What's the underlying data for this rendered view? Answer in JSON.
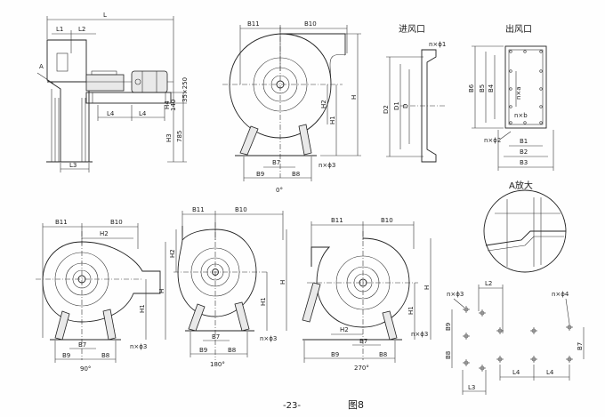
{
  "footer": {
    "page": "-23-",
    "fig": "图8"
  },
  "headings": {
    "inlet": "进风口",
    "outlet": "出风口",
    "enlarge": "A放大"
  },
  "side": {
    "L": "L",
    "L1": "L1",
    "L2": "L2",
    "L3": "L3",
    "L4a": "L4",
    "L4b": "L4",
    "A": "A",
    "H3": "H3",
    "h785": "785",
    "H4": "H4",
    "h140": "140",
    "h35": "35×250"
  },
  "views": {
    "v0": {
      "B11": "B11",
      "B10": "B10",
      "H": "H",
      "H1": "H1",
      "H2": "H2",
      "B7": "B7",
      "B8": "B8",
      "B9": "B9",
      "n3": "n×ϕ3",
      "angle": "0°"
    },
    "v90": {
      "B11": "B11",
      "B10": "B10",
      "H": "H",
      "H1": "H1",
      "H2": "H2",
      "B7": "B7",
      "B8": "B8",
      "B9": "B9",
      "n3": "n×ϕ3",
      "angle": "90°"
    },
    "v180": {
      "B11": "B11",
      "B10": "B10",
      "H": "H",
      "H1": "H1",
      "H2": "H2",
      "B7": "B7",
      "B8": "B8",
      "B9": "B9",
      "n3": "n×ϕ3",
      "angle": "180°"
    },
    "v270": {
      "B11": "B11",
      "B10": "B10",
      "H": "H",
      "H1": "H1",
      "H2": "H2",
      "B7": "B7",
      "B8": "B8",
      "B9": "B9",
      "n3": "n×ϕ3",
      "angle": "270°"
    }
  },
  "inlet": {
    "n1": "n×ϕ1",
    "D2": "D2",
    "D1": "D1",
    "D": "D"
  },
  "outlet": {
    "B6": "B6",
    "B5": "B5",
    "B4": "B4",
    "na": "n×a",
    "nb": "n×b",
    "n2": "n×ϕ2",
    "B1": "B1",
    "B2": "B2",
    "B3": "B3"
  },
  "base": {
    "n3": "n×ϕ3",
    "n4": "n×ϕ4",
    "L2": "L2",
    "B9": "B9",
    "B8": "B8",
    "B7": "B7",
    "L3": "L3",
    "L4a": "L4",
    "L4b": "L4"
  }
}
